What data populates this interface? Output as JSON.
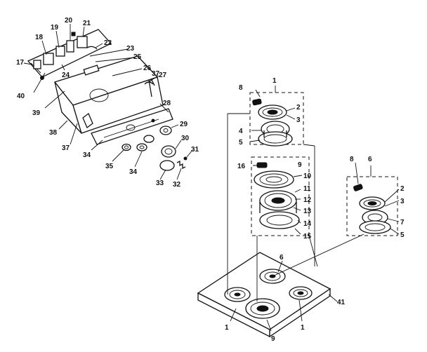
{
  "callouts": {
    "c17": "17",
    "c18": "18",
    "c19": "19",
    "c20": "20",
    "c21": "21",
    "c22": "22",
    "c23": "23",
    "c24": "24",
    "c25": "25",
    "c26": "26",
    "c27": "27",
    "c28": "28",
    "c29": "29",
    "c30": "30",
    "c31": "31",
    "c32": "32",
    "c33": "33",
    "c34a": "34",
    "c34b": "34",
    "c35": "35",
    "c37a": "37",
    "c37b": "37",
    "c38": "38",
    "c39": "39",
    "c40": "40",
    "sa1_title": "1",
    "sa1_8": "8",
    "sa1_2": "2",
    "sa1_3": "3",
    "sa1_4": "4",
    "sa1_5": "5",
    "sa9_title": "9",
    "sa9_16": "16",
    "sa9_10": "10",
    "sa9_11": "11",
    "sa9_12": "12",
    "sa9_13": "13",
    "sa9_14": "14",
    "sa9_15": "15",
    "sa6_title": "6",
    "sa6_8": "8",
    "sa6_2": "2",
    "sa6_3": "3",
    "sa6_7": "7",
    "sa6_5": "5",
    "top_6": "6",
    "top_41": "41",
    "top_1a": "1",
    "top_1b": "1",
    "top_9": "9"
  }
}
